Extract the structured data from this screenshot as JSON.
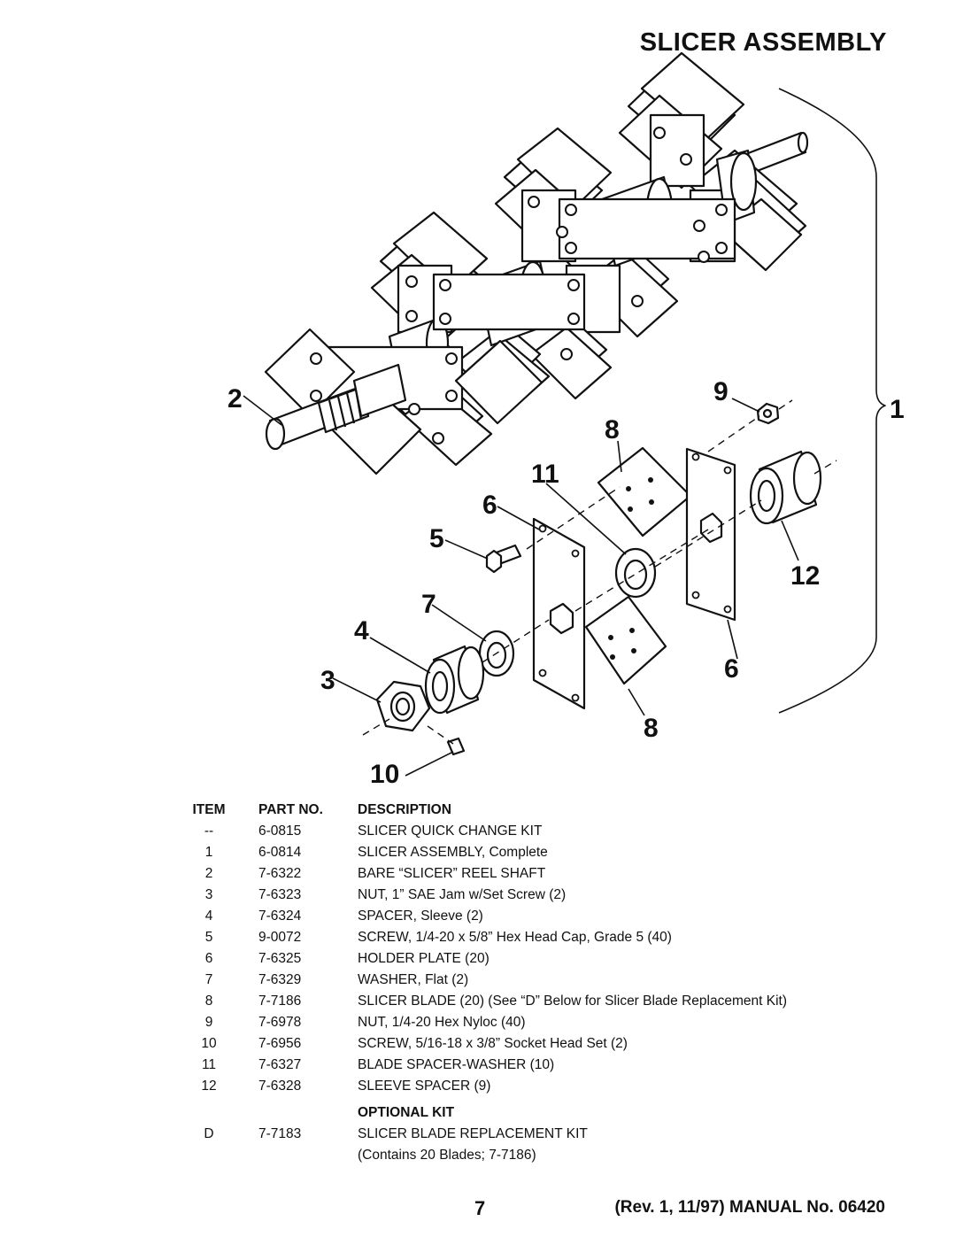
{
  "title": "SLICER ASSEMBLY",
  "callouts": {
    "c1": "1",
    "c2": "2",
    "c3": "3",
    "c4": "4",
    "c5": "5",
    "c6a": "6",
    "c6b": "6",
    "c7": "7",
    "c8a": "8",
    "c8b": "8",
    "c9": "9",
    "c10": "10",
    "c11": "11",
    "c12": "12"
  },
  "table": {
    "headers": {
      "item": "ITEM",
      "part": "PART NO.",
      "desc": "DESCRIPTION"
    },
    "rows": [
      {
        "item": "--",
        "part": "6-0815",
        "desc": "SLICER QUICK CHANGE KIT"
      },
      {
        "item": "1",
        "part": "6-0814",
        "desc": "SLICER ASSEMBLY, Complete"
      },
      {
        "item": "2",
        "part": "7-6322",
        "desc": "BARE “SLICER” REEL SHAFT"
      },
      {
        "item": "3",
        "part": "7-6323",
        "desc": "NUT, 1” SAE Jam w/Set Screw (2)"
      },
      {
        "item": "4",
        "part": "7-6324",
        "desc": "SPACER, Sleeve (2)"
      },
      {
        "item": "5",
        "part": "9-0072",
        "desc": "SCREW, 1/4-20 x 5/8” Hex Head Cap, Grade 5 (40)"
      },
      {
        "item": "6",
        "part": "7-6325",
        "desc": "HOLDER PLATE (20)"
      },
      {
        "item": "7",
        "part": "7-6329",
        "desc": "WASHER, Flat (2)"
      },
      {
        "item": "8",
        "part": "7-7186",
        "desc": "SLICER BLADE (20) (See “D” Below for Slicer Blade Replacement Kit)"
      },
      {
        "item": "9",
        "part": "7-6978",
        "desc": "NUT, 1/4-20 Hex Nyloc (40)"
      },
      {
        "item": "10",
        "part": "7-6956",
        "desc": "SCREW, 5/16-18 x 3/8” Socket Head Set (2)"
      },
      {
        "item": "11",
        "part": "7-6327",
        "desc": "BLADE SPACER-WASHER (10)"
      },
      {
        "item": "12",
        "part": "7-6328",
        "desc": "SLEEVE SPACER (9)"
      }
    ],
    "optional_heading": "OPTIONAL KIT",
    "optional_row": {
      "item": "D",
      "part": "7-7183",
      "desc": "SLICER BLADE REPLACEMENT KIT"
    },
    "optional_note": "(Contains 20 Blades; 7-7186)"
  },
  "footer": {
    "page_number": "7",
    "revision": "(Rev. 1, 11/97) MANUAL No. 06420"
  }
}
